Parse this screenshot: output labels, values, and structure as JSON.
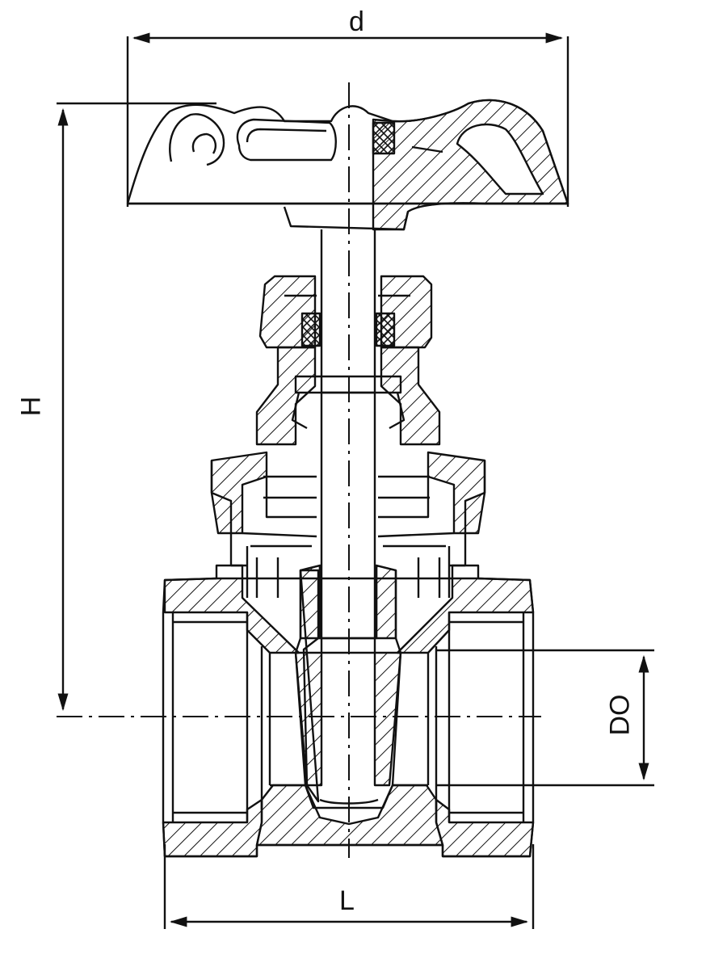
{
  "dimensions": {
    "d": "d",
    "H": "H",
    "L": "L",
    "DO": "DO"
  },
  "colors": {
    "line": "#111111",
    "background": "#ffffff"
  }
}
